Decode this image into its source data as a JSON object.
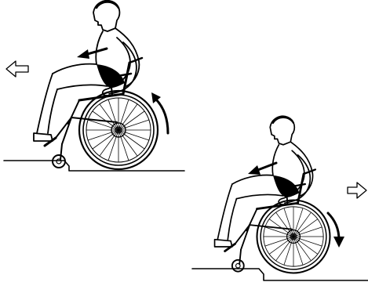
{
  "figure": {
    "description_lettering": "",
    "colors": {
      "ink": "#000000",
      "paper": "#ffffff"
    }
  },
  "scenes": [
    {
      "id": "ascending",
      "travel_direction": "left",
      "wheel_rotation": "forward",
      "icons": [
        "outline-arrow-left-icon",
        "solid-arrow-left-icon",
        "curved-arrow-up-icon"
      ]
    },
    {
      "id": "descending",
      "travel_direction": "right",
      "wheel_rotation": "backward",
      "icons": [
        "outline-arrow-right-icon",
        "solid-arrow-left-icon",
        "curved-arrow-down-icon"
      ]
    }
  ]
}
